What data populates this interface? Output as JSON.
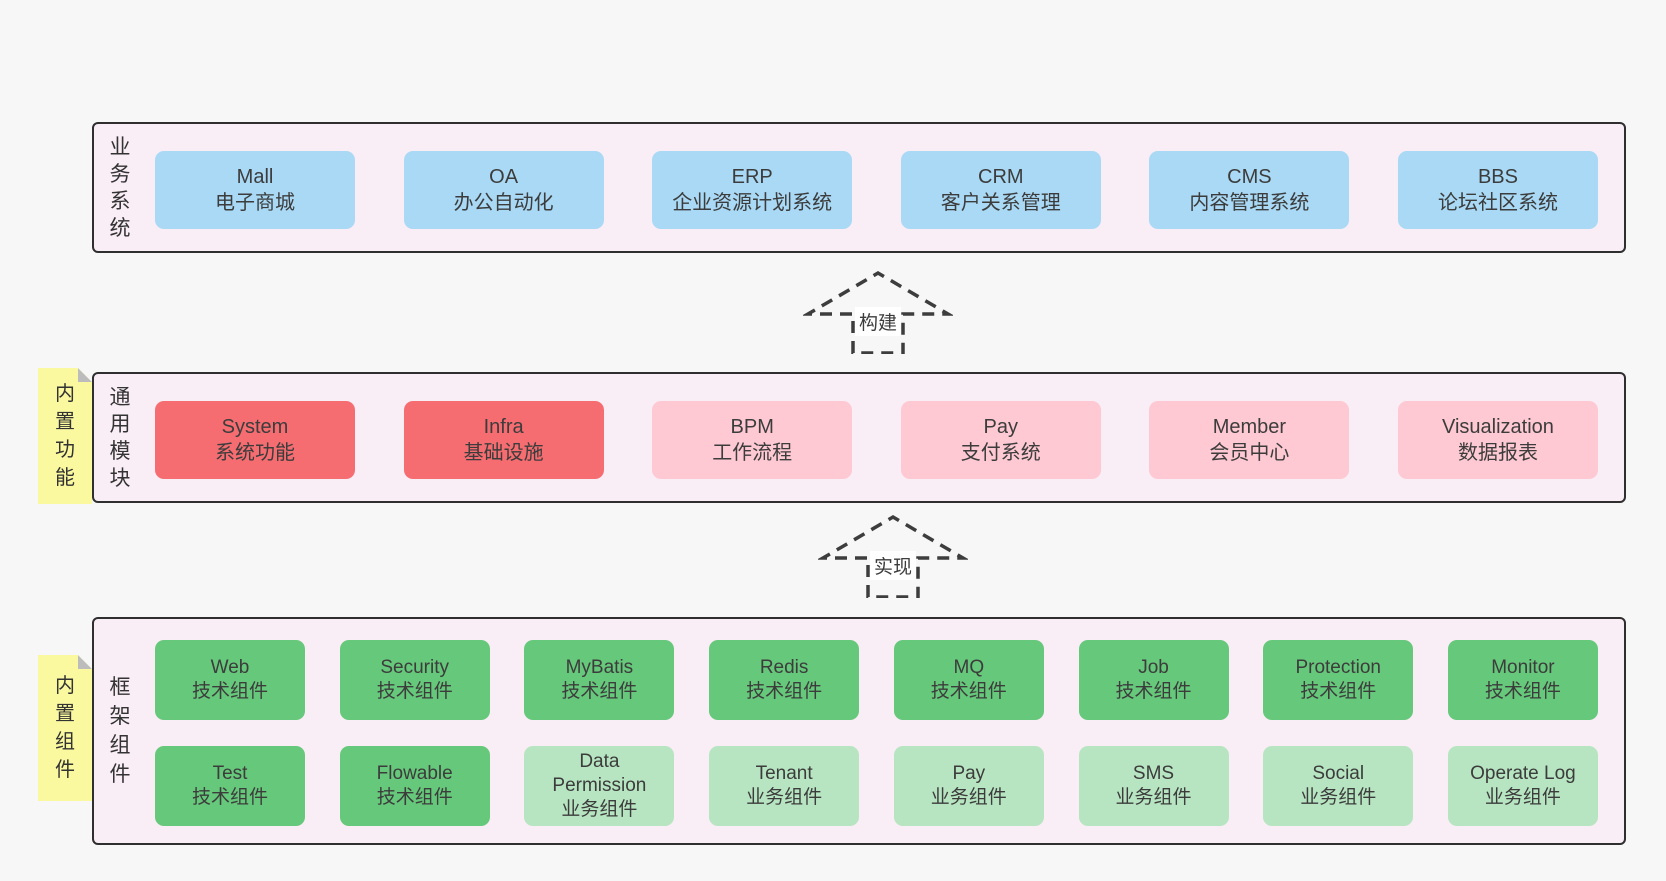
{
  "colors": {
    "page_bg": "#f7f7f7",
    "band_bg": "#f9edf6",
    "band_border": "#2f2f2f",
    "blue": "#a9d9f5",
    "red": "#f66d71",
    "pink": "#fec9d2",
    "green_dark": "#66c87a",
    "green_light": "#b7e5c1",
    "sticky_yellow": "#fbf9a0",
    "sticky_fold_gray": "#bcbcbc",
    "text": "#3c3c3c"
  },
  "arrows": [
    {
      "label": "构建"
    },
    {
      "label": "实现"
    }
  ],
  "stickies": [
    {
      "label": "内置功能"
    },
    {
      "label": "内置组件"
    }
  ],
  "bands": [
    {
      "vertical_label": "业务系统",
      "boxes": [
        {
          "title": "Mall",
          "subtitle": "电子商城",
          "color": "blue"
        },
        {
          "title": "OA",
          "subtitle": "办公自动化",
          "color": "blue"
        },
        {
          "title": "ERP",
          "subtitle": "企业资源计划系统",
          "color": "blue"
        },
        {
          "title": "CRM",
          "subtitle": "客户关系管理",
          "color": "blue"
        },
        {
          "title": "CMS",
          "subtitle": "内容管理系统",
          "color": "blue"
        },
        {
          "title": "BBS",
          "subtitle": "论坛社区系统",
          "color": "blue"
        }
      ]
    },
    {
      "vertical_label": "通用模块",
      "sticky_label": "内置功能",
      "boxes": [
        {
          "title": "System",
          "subtitle": "系统功能",
          "color": "red"
        },
        {
          "title": "Infra",
          "subtitle": "基础设施",
          "color": "red"
        },
        {
          "title": "BPM",
          "subtitle": "工作流程",
          "color": "pink"
        },
        {
          "title": "Pay",
          "subtitle": "支付系统",
          "color": "pink"
        },
        {
          "title": "Member",
          "subtitle": "会员中心",
          "color": "pink"
        },
        {
          "title": "Visualization",
          "subtitle": "数据报表",
          "color": "pink"
        }
      ]
    },
    {
      "vertical_label": "框架组件",
      "sticky_label": "内置组件",
      "rows": [
        [
          {
            "title": "Web",
            "subtitle": "技术组件",
            "color": "green_dark"
          },
          {
            "title": "Security",
            "subtitle": "技术组件",
            "color": "green_dark"
          },
          {
            "title": "MyBatis",
            "subtitle": "技术组件",
            "color": "green_dark"
          },
          {
            "title": "Redis",
            "subtitle": "技术组件",
            "color": "green_dark"
          },
          {
            "title": "MQ",
            "subtitle": "技术组件",
            "color": "green_dark"
          },
          {
            "title": "Job",
            "subtitle": "技术组件",
            "color": "green_dark"
          },
          {
            "title": "Protection",
            "subtitle": "技术组件",
            "color": "green_dark"
          },
          {
            "title": "Monitor",
            "subtitle": "技术组件",
            "color": "green_dark"
          }
        ],
        [
          {
            "title": "Test",
            "subtitle": "技术组件",
            "color": "green_dark"
          },
          {
            "title": "Flowable",
            "subtitle": "技术组件",
            "color": "green_dark"
          },
          {
            "title": "Data Permission",
            "subtitle": "业务组件",
            "color": "green_light"
          },
          {
            "title": "Tenant",
            "subtitle": "业务组件",
            "color": "green_light"
          },
          {
            "title": "Pay",
            "subtitle": "业务组件",
            "color": "green_light"
          },
          {
            "title": "SMS",
            "subtitle": "业务组件",
            "color": "green_light"
          },
          {
            "title": "Social",
            "subtitle": "业务组件",
            "color": "green_light"
          },
          {
            "title": "Operate Log",
            "subtitle": "业务组件",
            "color": "green_light"
          }
        ]
      ]
    }
  ]
}
